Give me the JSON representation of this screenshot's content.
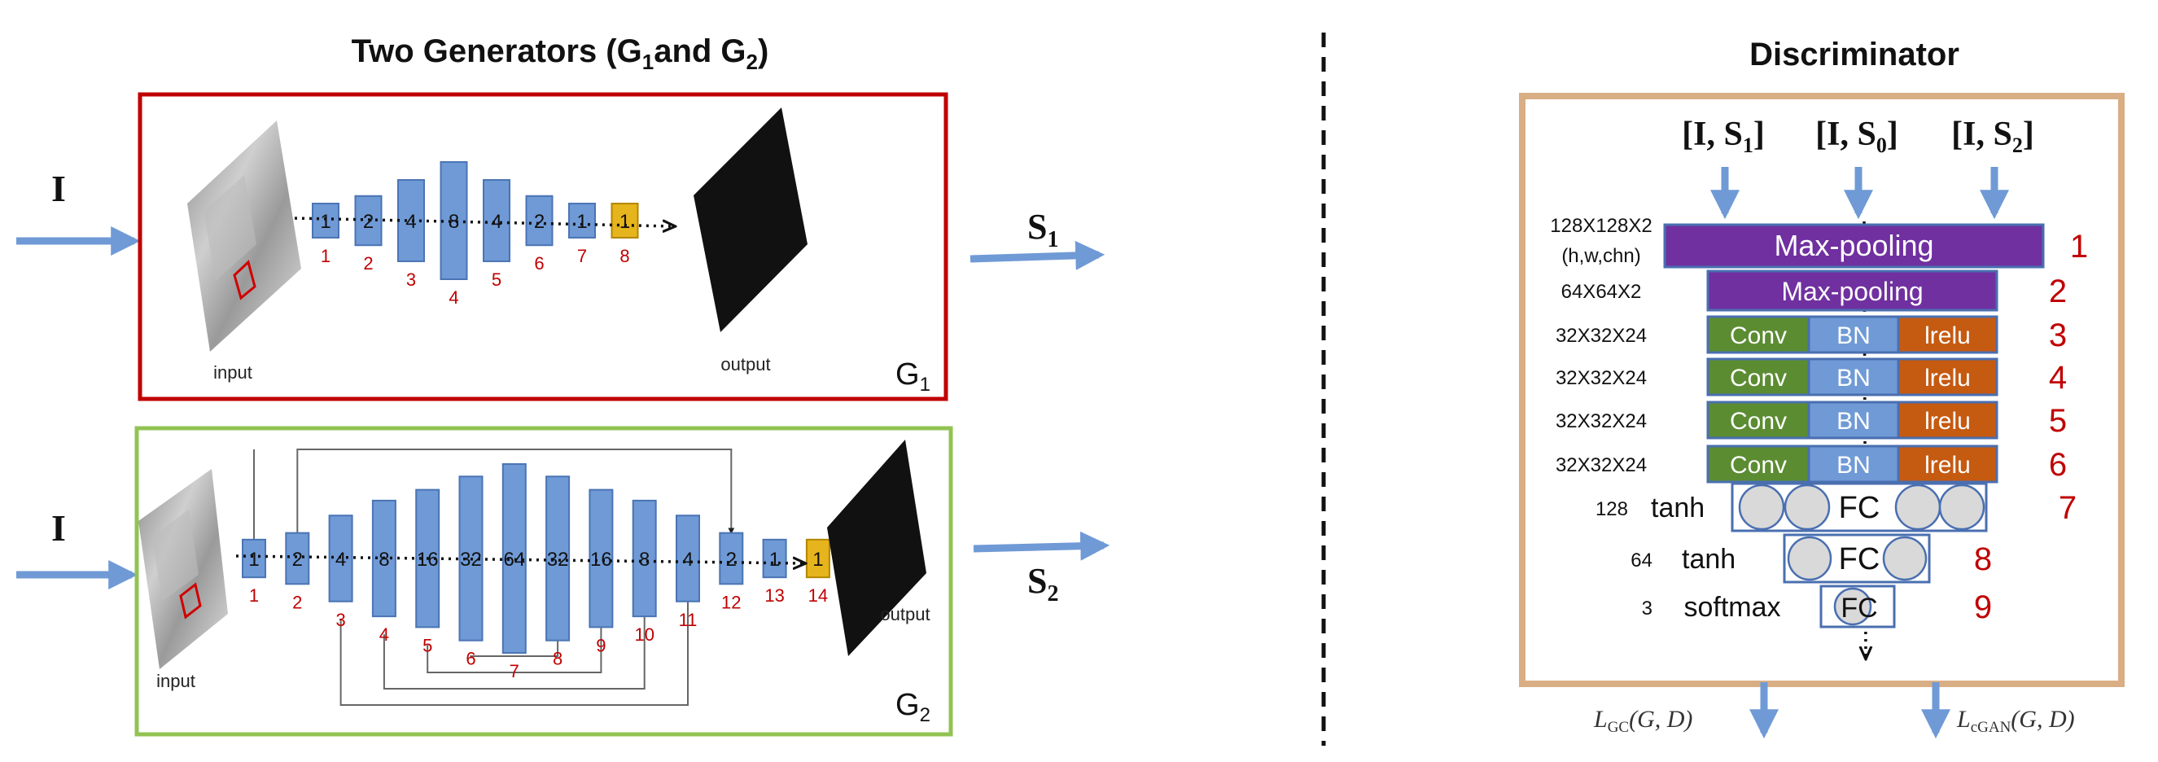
{
  "generators": {
    "title": "Two Generators (G",
    "title_sub1": "1",
    "title_mid": "and G",
    "title_sub2": "2",
    "title_end": ")",
    "input_symbol": "I",
    "g1": {
      "label": "G",
      "label_sub": "1",
      "input_label": "input",
      "output_label": "output",
      "output_symbol": "S",
      "output_sub": "1",
      "blocks": [
        {
          "channels": "1",
          "index": "1",
          "level": 0.12
        },
        {
          "channels": "2",
          "index": "2",
          "level": 0.28
        },
        {
          "channels": "4",
          "index": "3",
          "level": 0.62
        },
        {
          "channels": "8",
          "index": "4",
          "level": 1.0
        },
        {
          "channels": "4",
          "index": "5",
          "level": 0.62
        },
        {
          "channels": "2",
          "index": "6",
          "level": 0.28
        },
        {
          "channels": "1",
          "index": "7",
          "level": 0.12
        },
        {
          "channels": "1",
          "index": "8",
          "level": 0.12,
          "highlight": true
        }
      ]
    },
    "g2": {
      "label": "G",
      "label_sub": "2",
      "input_label": "input",
      "output_label": "output",
      "output_symbol": "S",
      "output_sub": "2",
      "blocks": [
        {
          "channels": "1",
          "index": "1",
          "level": 0.09
        },
        {
          "channels": "2",
          "index": "2",
          "level": 0.17
        },
        {
          "channels": "4",
          "index": "3",
          "level": 0.38
        },
        {
          "channels": "8",
          "index": "4",
          "level": 0.56
        },
        {
          "channels": "16",
          "index": "5",
          "level": 0.69
        },
        {
          "channels": "32",
          "index": "6",
          "level": 0.85
        },
        {
          "channels": "64",
          "index": "7",
          "level": 1.0
        },
        {
          "channels": "32",
          "index": "8",
          "level": 0.85
        },
        {
          "channels": "16",
          "index": "9",
          "level": 0.69
        },
        {
          "channels": "8",
          "index": "10",
          "level": 0.56
        },
        {
          "channels": "4",
          "index": "11",
          "level": 0.38
        },
        {
          "channels": "2",
          "index": "12",
          "level": 0.17
        },
        {
          "channels": "1",
          "index": "13",
          "level": 0.09
        },
        {
          "channels": "1",
          "index": "14",
          "level": 0.09,
          "highlight": true
        }
      ]
    }
  },
  "discriminator": {
    "title": "Discriminator",
    "inputs": [
      {
        "text": "[I, S",
        "sub": "1",
        "end": "]"
      },
      {
        "text": "[I, S",
        "sub": "0",
        "end": "]"
      },
      {
        "text": "[I, S",
        "sub": "2",
        "end": "]"
      }
    ],
    "input_dims_line1": "128X128X2",
    "input_dims_line2": "(h,w,chn)",
    "layers": [
      {
        "dims": "",
        "kind": "pool",
        "label": "Max-pooling",
        "index": "1"
      },
      {
        "dims": "64X64X2",
        "kind": "pool",
        "label": "Max-pooling",
        "index": "2"
      },
      {
        "dims": "32X32X24",
        "kind": "conv",
        "conv": "Conv",
        "bn": "BN",
        "act": "lrelu",
        "index": "3"
      },
      {
        "dims": "32X32X24",
        "kind": "conv",
        "conv": "Conv",
        "bn": "BN",
        "act": "lrelu",
        "index": "4"
      },
      {
        "dims": "32X32X24",
        "kind": "conv",
        "conv": "Conv",
        "bn": "BN",
        "act": "lrelu",
        "index": "5"
      },
      {
        "dims": "32X32X24",
        "kind": "conv",
        "conv": "Conv",
        "bn": "BN",
        "act": "lrelu",
        "index": "6"
      },
      {
        "dims": "128",
        "kind": "fc",
        "act": "tanh",
        "label": "FC",
        "index": "7"
      },
      {
        "dims": "64",
        "kind": "fc",
        "act": "tanh",
        "label": "FC",
        "index": "8"
      },
      {
        "dims": "3",
        "kind": "fc",
        "act": "softmax",
        "label": "FC",
        "index": "9"
      }
    ],
    "loss_left": {
      "script": "L",
      "sub": "GC",
      "args": "(G, D)"
    },
    "loss_right": {
      "script": "L",
      "sub": "cGAN",
      "args": "(G, D)"
    }
  },
  "colors": {
    "g1_border": "#c00000",
    "g2_border": "#92c353",
    "disc_border": "#d9ae84",
    "block_fill": "#6f9ad6",
    "block_stroke": "#4a74b4",
    "highlight_fill": "#e6b41c",
    "index_red": "#c00000",
    "arrow_blue": "#6f9ad6",
    "pool_purple": "#7030a0",
    "conv_green": "#5b8c32",
    "bn_blue": "#6f9ad6",
    "lrelu_orange": "#c55a11"
  }
}
